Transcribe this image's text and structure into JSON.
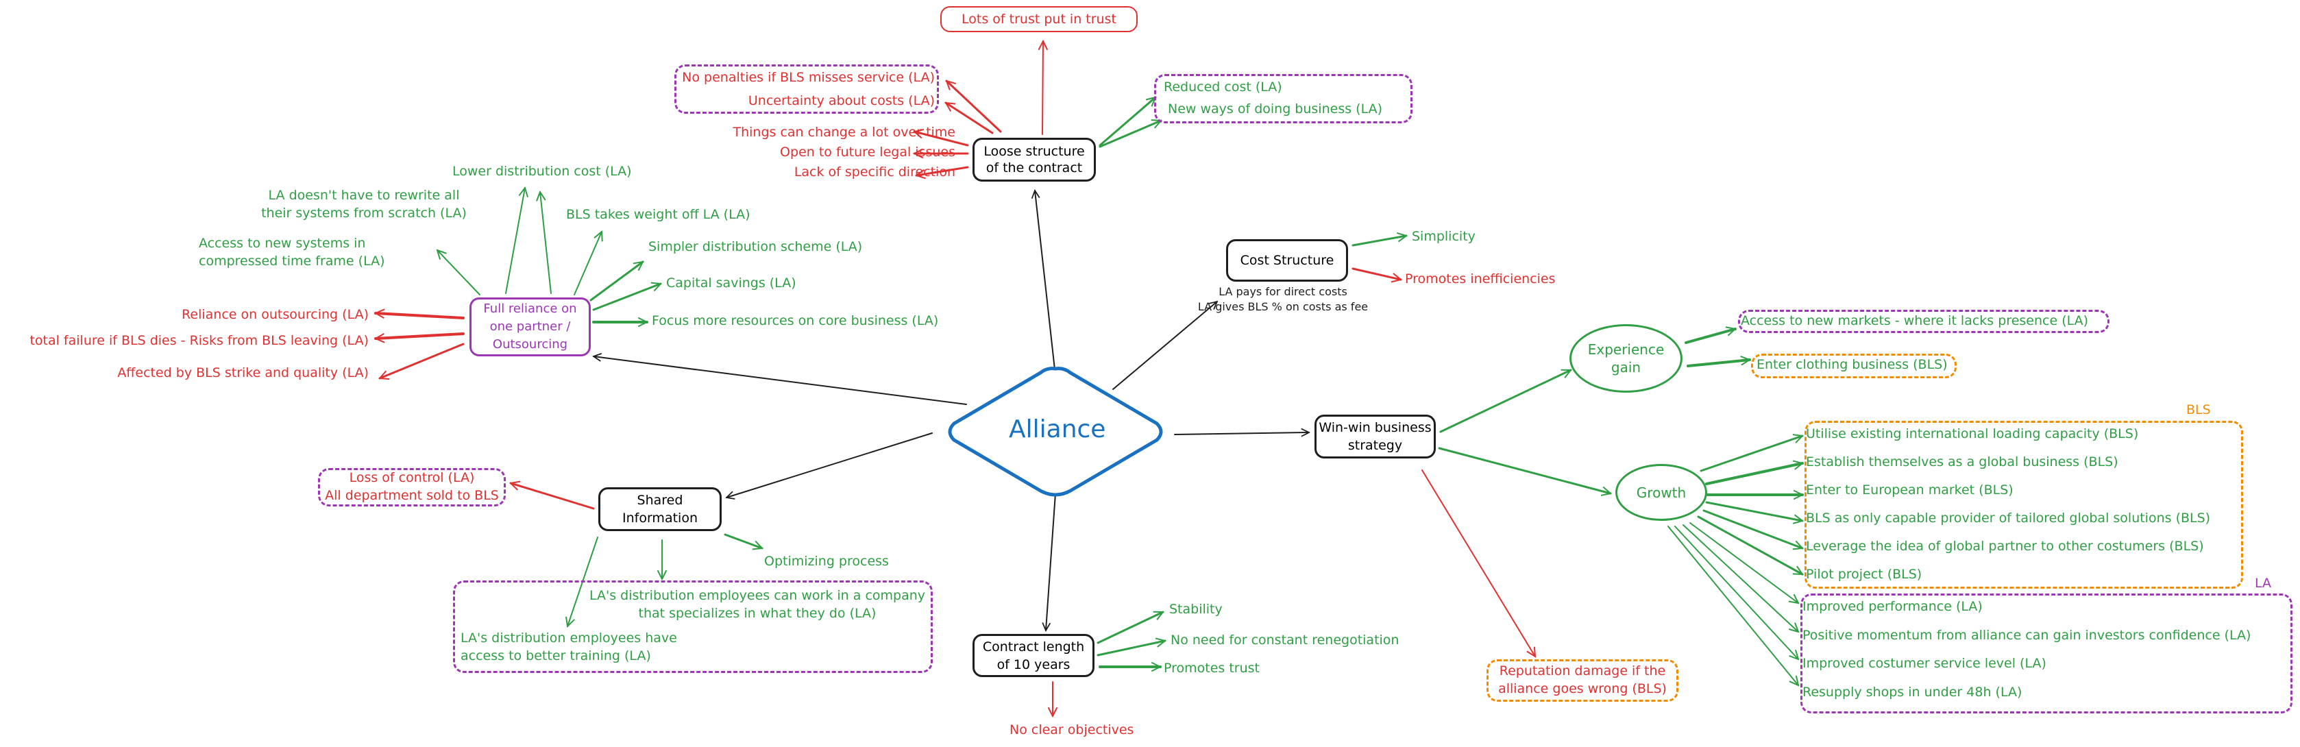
{
  "title": "Alliance",
  "colors": {
    "green": "#2f9e44",
    "red": "#e03131",
    "purple": "#9c36b5",
    "orange": "#f08c00",
    "blue": "#1971c2",
    "black": "#1e1e1e"
  },
  "center": {
    "label": "Alliance"
  },
  "nodes": {
    "loose_structure": "Loose structure\nof the contract",
    "cost_structure": "Cost Structure",
    "cost_structure_note": "LA pays for direct costs\nLA gives BLS % on costs as fee",
    "full_reliance": "Full reliance on\none partner /\nOutsourcing",
    "shared_information": "Shared\nInformation",
    "contract_length": "Contract length\nof 10 years",
    "win_win": "Win-win business\nstrategy",
    "experience_gain": "Experience\ngain",
    "growth": "Growth",
    "lots_of_trust": "Lots of trust put in trust"
  },
  "loose_structure": {
    "negatives_grouped": [
      "No penalties if BLS misses service (LA)",
      "Uncertainty about costs (LA)"
    ],
    "negatives": [
      "Things can change a lot over time",
      "Open to future legal issues",
      "Lack of specific direction"
    ],
    "positives_grouped": [
      "Reduced cost (LA)",
      "New ways of doing business (LA)"
    ]
  },
  "cost_structure": {
    "positives": [
      "Simplicity"
    ],
    "negatives": [
      "Promotes inefficiencies"
    ]
  },
  "full_reliance": {
    "positives": [
      "Lower distribution cost (LA)",
      "LA doesn't have to rewrite all\ntheir systems from scratch (LA)",
      "BLS takes weight off LA (LA)",
      "Access to new systems in\ncompressed time frame (LA)",
      "Simpler distribution scheme (LA)",
      "Capital savings (LA)",
      "Focus more resources on core business (LA)"
    ],
    "negatives": [
      "Reliance on outsourcing (LA)",
      "total failure if BLS dies - Risks from BLS leaving (LA)",
      "Affected by BLS strike and quality (LA)"
    ]
  },
  "shared_information": {
    "negatives_grouped": "Loss of control (LA)\nAll department sold to BLS",
    "positives": [
      "Optimizing process"
    ],
    "positives_grouped": [
      "LA's distribution employees can work in a company\nthat specializes in what they do (LA)",
      "LA's distribution employees have\naccess to better training (LA)"
    ]
  },
  "contract_length": {
    "positives": [
      "Stability",
      "No need for constant renegotiation",
      "Promotes trust"
    ],
    "negatives": [
      "No clear objectives"
    ]
  },
  "win_win": {
    "risk": "Reputation damage if the\nalliance goes wrong (BLS)",
    "experience_gain": [
      "Access to new markets - where it lacks presence (LA)",
      "Enter clothing business (BLS)"
    ],
    "growth_bls_label": "BLS",
    "growth_bls": [
      "Utilise existing international loading capacity (BLS)",
      "Establish themselves as a global business (BLS)",
      "Enter to European market (BLS)",
      "BLS as only capable provider of tailored global solutions (BLS)",
      "Leverage the idea of global partner to other costumers (BLS)",
      "Pilot project (BLS)"
    ],
    "growth_la_label": "LA",
    "growth_la": [
      "Improved performance (LA)",
      "Positive momentum from alliance can gain investors confidence (LA)",
      "Improved costumer service level (LA)",
      "Resupply shops in under 48h (LA)"
    ]
  }
}
